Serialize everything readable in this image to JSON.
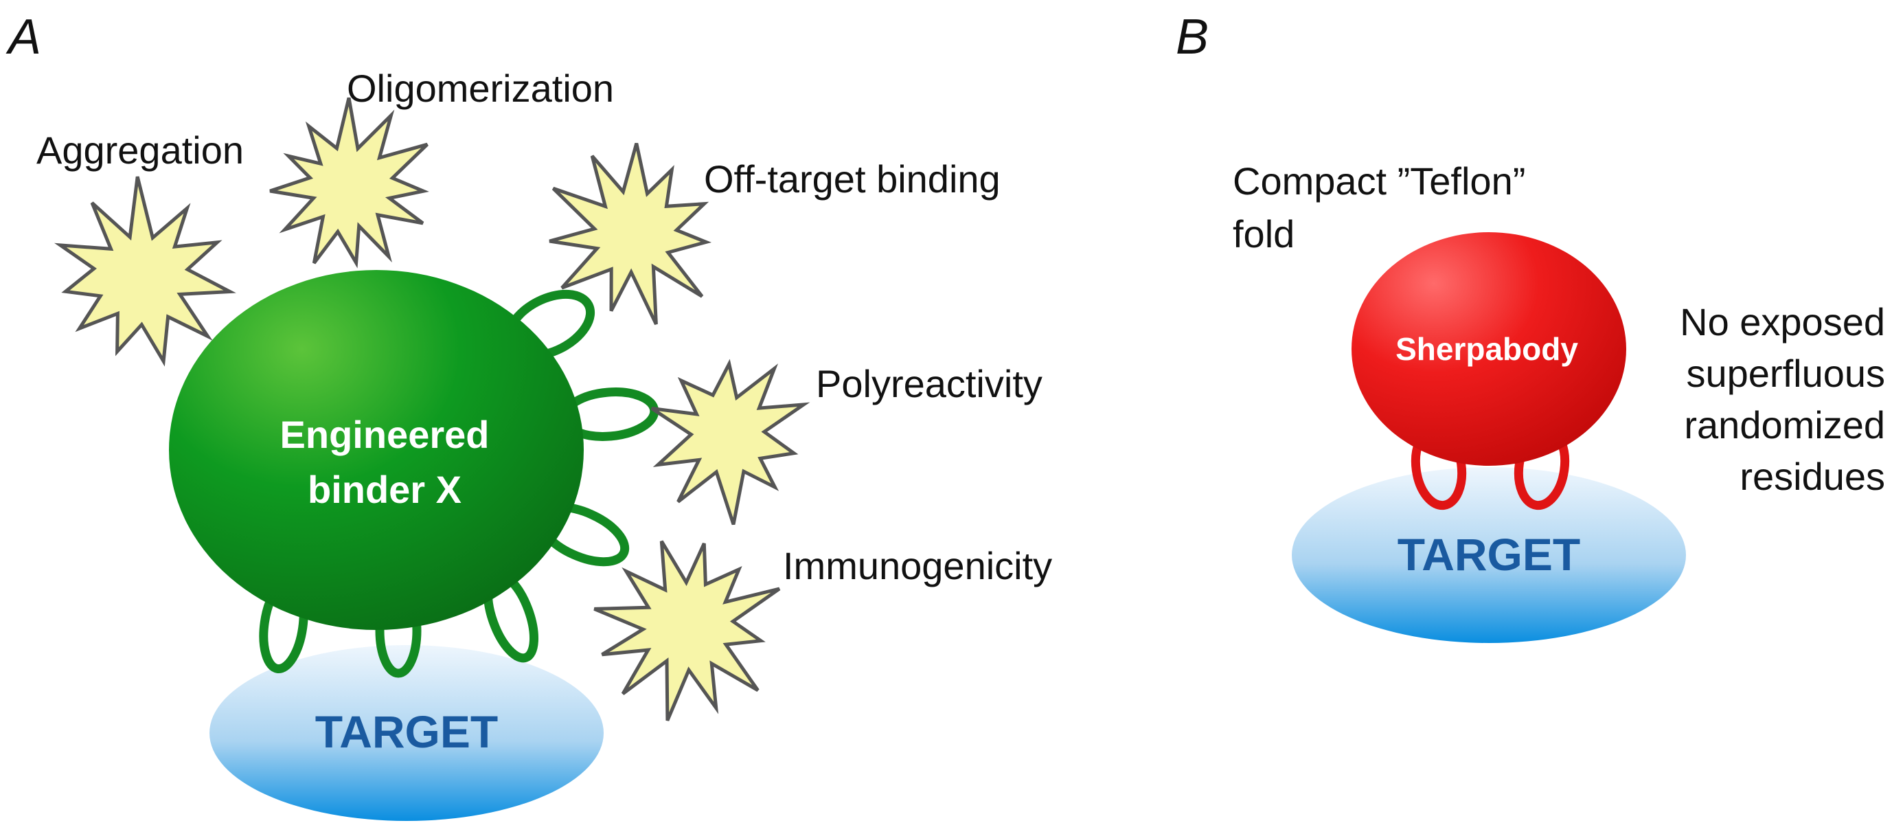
{
  "panels": {
    "a": {
      "label": "A",
      "binder_label_line1": "Engineered",
      "binder_label_line2": "binder X",
      "target_label": "TARGET",
      "issues": [
        "Aggregation",
        "Oligomerization",
        "Off-target binding",
        "Polyreactivity",
        "Immunogenicity"
      ]
    },
    "b": {
      "label": "B",
      "binder_label": "Sherpabody",
      "target_label": "TARGET",
      "fold_note_line1": "Compact ”Teflon”",
      "fold_note_line2": "fold",
      "residue_note_lines": [
        "No exposed",
        "superfluous",
        "randomized",
        "residues"
      ]
    }
  },
  "colors": {
    "binder_x": "#0c8a1c",
    "binder_x_loop": "#138a22",
    "sherpabody": "#e01414",
    "target_top": "#eaf4fc",
    "target_bottom": "#0a8ee0",
    "target_text": "#1a5aa0",
    "starburst_fill": "#f7f5a8",
    "starburst_stroke": "#555555"
  },
  "icons": [
    "starburst-icon"
  ]
}
